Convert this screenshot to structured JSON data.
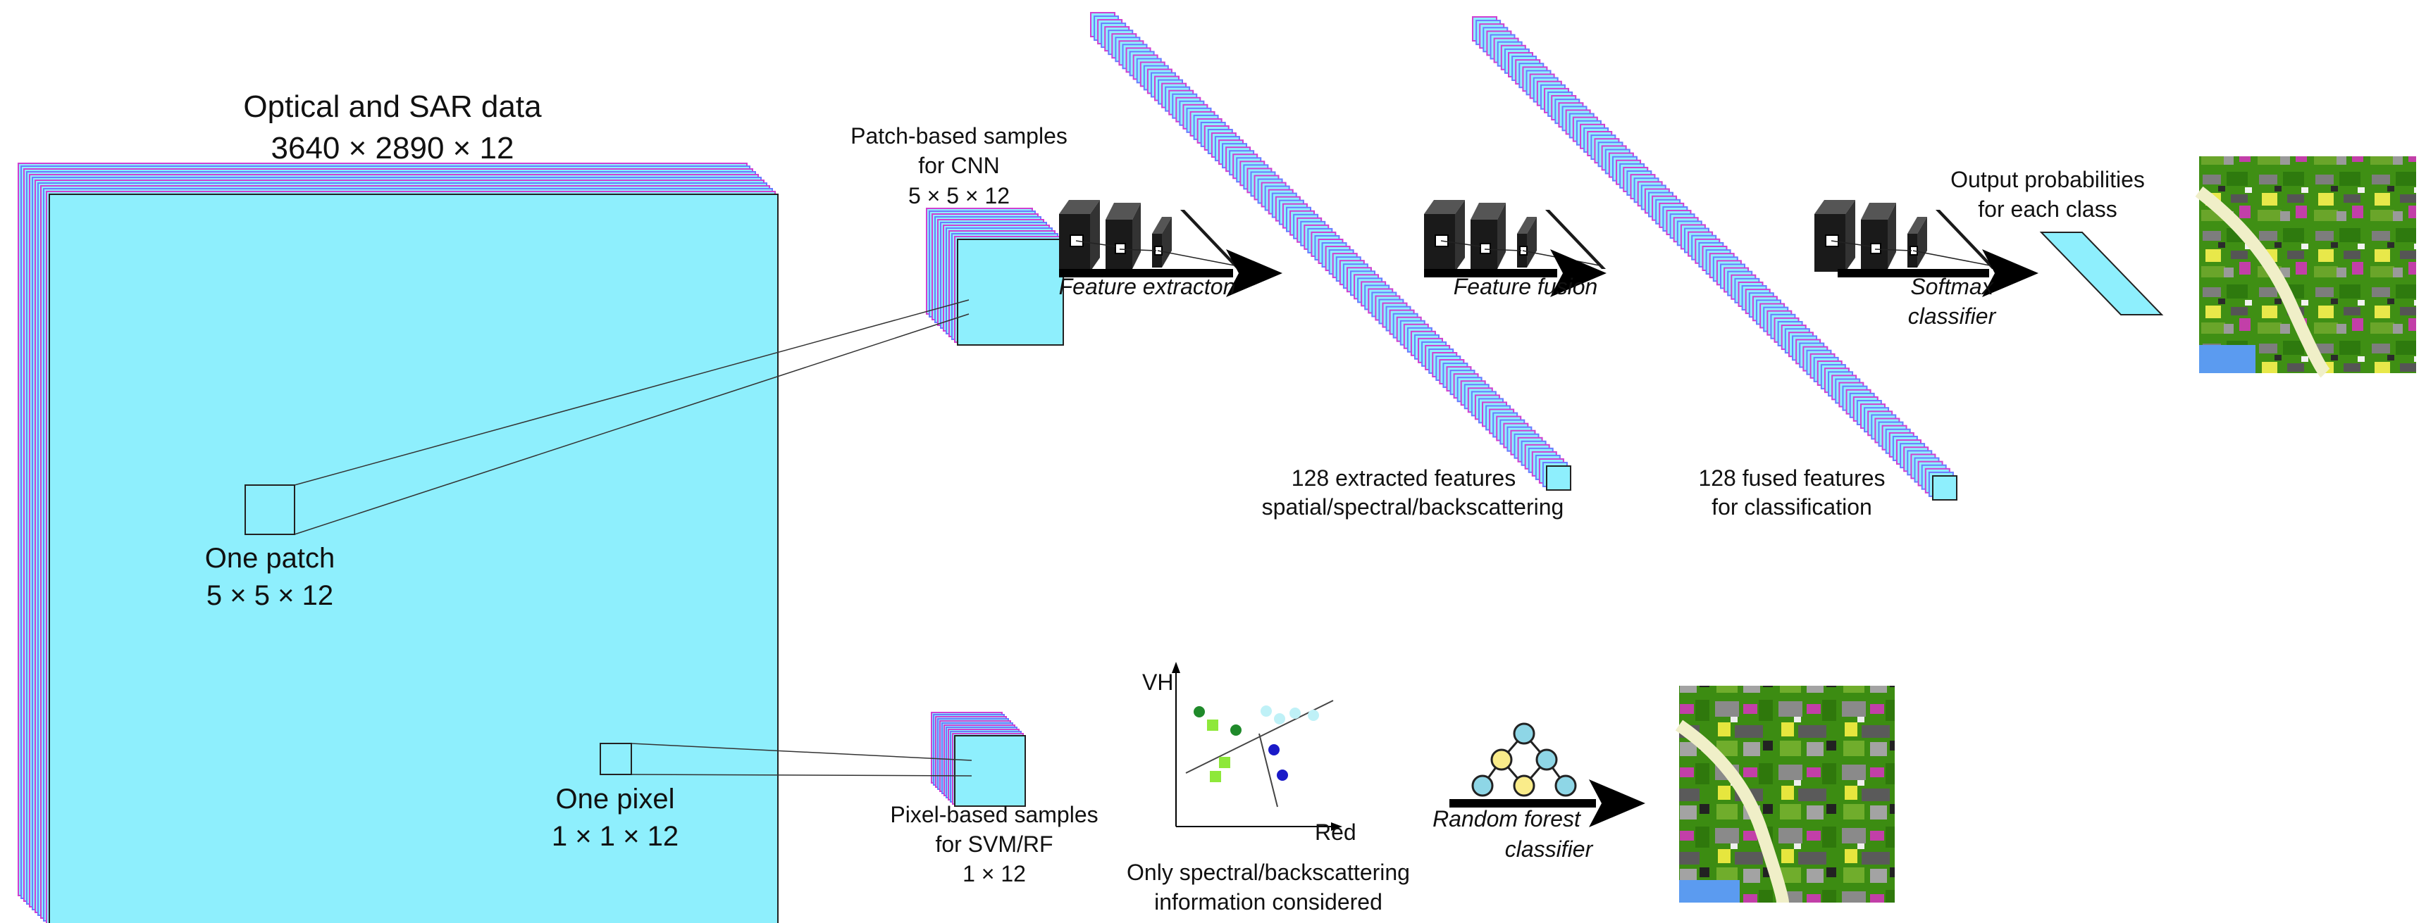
{
  "input": {
    "title": "Optical and SAR data",
    "dims": "3640 × 2890 × 12"
  },
  "patch": {
    "label": "One patch",
    "dims": "5 × 5 × 12"
  },
  "pixel": {
    "label": "One pixel",
    "dims": "1 × 1 × 12"
  },
  "patch_samples": {
    "line1": "Patch-based samples",
    "line2": "for CNN",
    "line3": "5 × 5 × 12"
  },
  "pixel_samples": {
    "line1": "Pixel-based samples",
    "line2": "for SVM/RF",
    "line3": "1 × 12"
  },
  "stages": {
    "feature_extraction": "Feature extracton",
    "feature_fusion": "Feature fusion",
    "softmax_line1": "Softmax",
    "softmax_line2": "classifier",
    "rf_line1": "Random forest",
    "rf_line2": "classifier"
  },
  "extracted": {
    "line1": "128 extracted features",
    "line2": "spatial/spectral/backscattering"
  },
  "fused": {
    "line1": "128 fused features",
    "line2": "for classification"
  },
  "output": {
    "line1": "Output probabilities",
    "line2": "for each class"
  },
  "scatter": {
    "y_axis": "VH",
    "x_axis": "Red",
    "caption_line1": "Only spectral/backscattering",
    "caption_line2": "information considered"
  },
  "colors": {
    "cyan": "#8EEFFD",
    "magenta": "#D040D0",
    "blue_edge": "#6B7BFF",
    "dark_green": "#1F8A2A",
    "light_green": "#8EE83A",
    "light_cyan": "#BFF1F7",
    "dark_blue": "#1A1AC8",
    "node_cyan": "#8ED6E6",
    "node_yellow": "#FAEC8A"
  }
}
